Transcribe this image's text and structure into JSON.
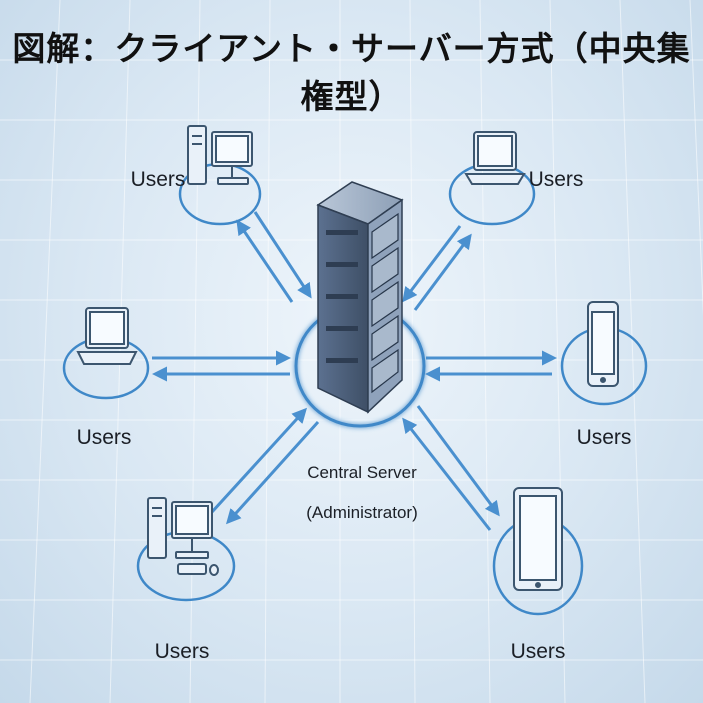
{
  "title": "図解：クライアント・サーバー方式（中央集権型）",
  "server": {
    "name": "Central Server",
    "role": "(Administrator)"
  },
  "clients": [
    {
      "id": "top-left",
      "device": "desktop",
      "label": "Users"
    },
    {
      "id": "top-right",
      "device": "laptop",
      "label": "Users"
    },
    {
      "id": "mid-left",
      "device": "laptop",
      "label": "Users"
    },
    {
      "id": "mid-right",
      "device": "smartphone",
      "label": "Users"
    },
    {
      "id": "bottom-left",
      "device": "desktop",
      "label": "Users"
    },
    {
      "id": "bottom-right",
      "device": "tablet",
      "label": "Users"
    }
  ],
  "colors": {
    "accent": "#3f88c8",
    "arrow": "#4a90cf",
    "device_fill": "#e9f1f9",
    "device_stroke": "#3c566f",
    "server_body": "#4c5f78"
  }
}
